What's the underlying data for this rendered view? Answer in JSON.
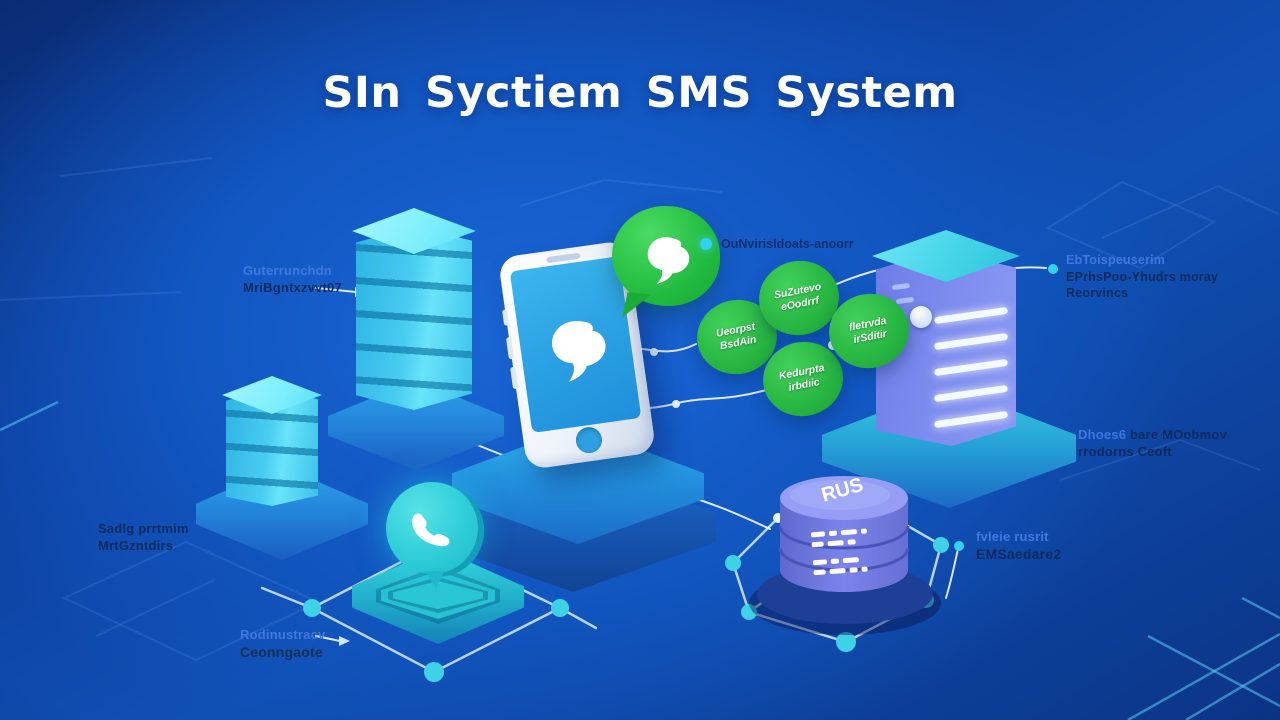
{
  "title": "SIn Syctiem SMS System",
  "labels": {
    "device_management": {
      "line1": "Guterrunchdn",
      "line2": "MriBgntxzvvt07"
    },
    "legend_note": "OuNvirisldoats-anoorr",
    "gateway_registry": {
      "line1": "EbToispeuserim",
      "line2": "EPrhsPoo-Yhudrs moray",
      "line3": "Reorvincs"
    },
    "message_store": {
      "line1_highlight": "Dhoes6",
      "line1_rest": " bare MOobmov",
      "line2": "rrodorns Ceoft"
    },
    "sms_database": {
      "line1": "fvleie rusrit",
      "line2": "EMSaedare2"
    },
    "billing_platform": {
      "line1": "Sadlg prrtmim",
      "line2": "MrtGzntdirs"
    },
    "routing_connector": {
      "line1": "Rodinustracv",
      "line2": "Ceonngaote"
    }
  },
  "message_bubbles": {
    "left": {
      "line1": "Ueorpst",
      "line2": "BsdAin"
    },
    "top": {
      "line1": "SuZutevo",
      "line2": "eOodrrf"
    },
    "bottom": {
      "line1": "Kedurpta",
      "line2": "irbdiic"
    },
    "right": {
      "line1": "fletrvda",
      "line2": "irSditir"
    }
  },
  "database": {
    "top_label": "RUS"
  },
  "colors": {
    "accent_green": "#22b83e",
    "accent_cyan": "#31d2ee",
    "label_blue": "#3f79e0",
    "label_navy": "#0e2b60",
    "background": "#1156be"
  }
}
